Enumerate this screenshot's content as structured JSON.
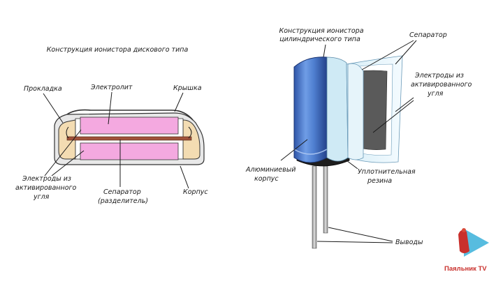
{
  "disc": {
    "title": "Конструкция ионистора дискового типа",
    "labels": {
      "gasket": "Прокладка",
      "electrolyte": "Электролит",
      "lid": "Крышка",
      "electrodes_1": "Электроды из",
      "electrodes_2": "активированного",
      "electrodes_3": "угля",
      "separator_1": "Сепаратор",
      "separator_2": "(разделитель)",
      "case": "Корпус"
    }
  },
  "cylinder": {
    "title_1": "Конструкция ионистора",
    "title_2": "цилиндрического типа",
    "labels": {
      "separator": "Сепаратор",
      "electrodes_1": "Электроды из",
      "electrodes_2": "активированного",
      "electrodes_3": "угля",
      "aluminum_1": "Алюминиевый",
      "aluminum_2": "корпус",
      "rubber_1": "Уплотнительная",
      "rubber_2": "резина",
      "leads": "Выводы"
    }
  },
  "logo": {
    "text": "Паяльник TV"
  },
  "colors": {
    "electrode_pink": "#f4a9e0",
    "shell_beige": "#f3dcb2",
    "separator_brown": "#a0523a",
    "can_blue": "#4d78c9",
    "electrode_dark": "#5a5a5a"
  }
}
